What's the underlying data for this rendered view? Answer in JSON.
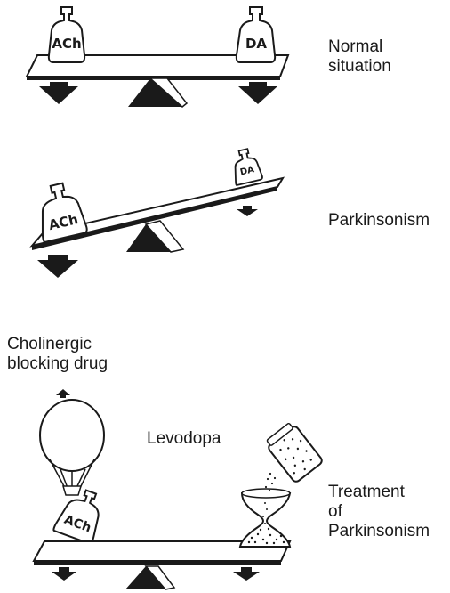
{
  "scenes": {
    "normal": {
      "caption": "Normal\nsituation",
      "left_weight": "ACh",
      "right_weight": "DA"
    },
    "parkinsonism": {
      "caption": "Parkinsonism",
      "left_weight": "ACh",
      "right_weight": "DA"
    },
    "treatment": {
      "caption": "Treatment\nof\nParkinsonism",
      "balloon_label": "Cholinergic\nblocking drug",
      "shaker_label": "Levodopa",
      "left_weight": "ACh"
    }
  }
}
